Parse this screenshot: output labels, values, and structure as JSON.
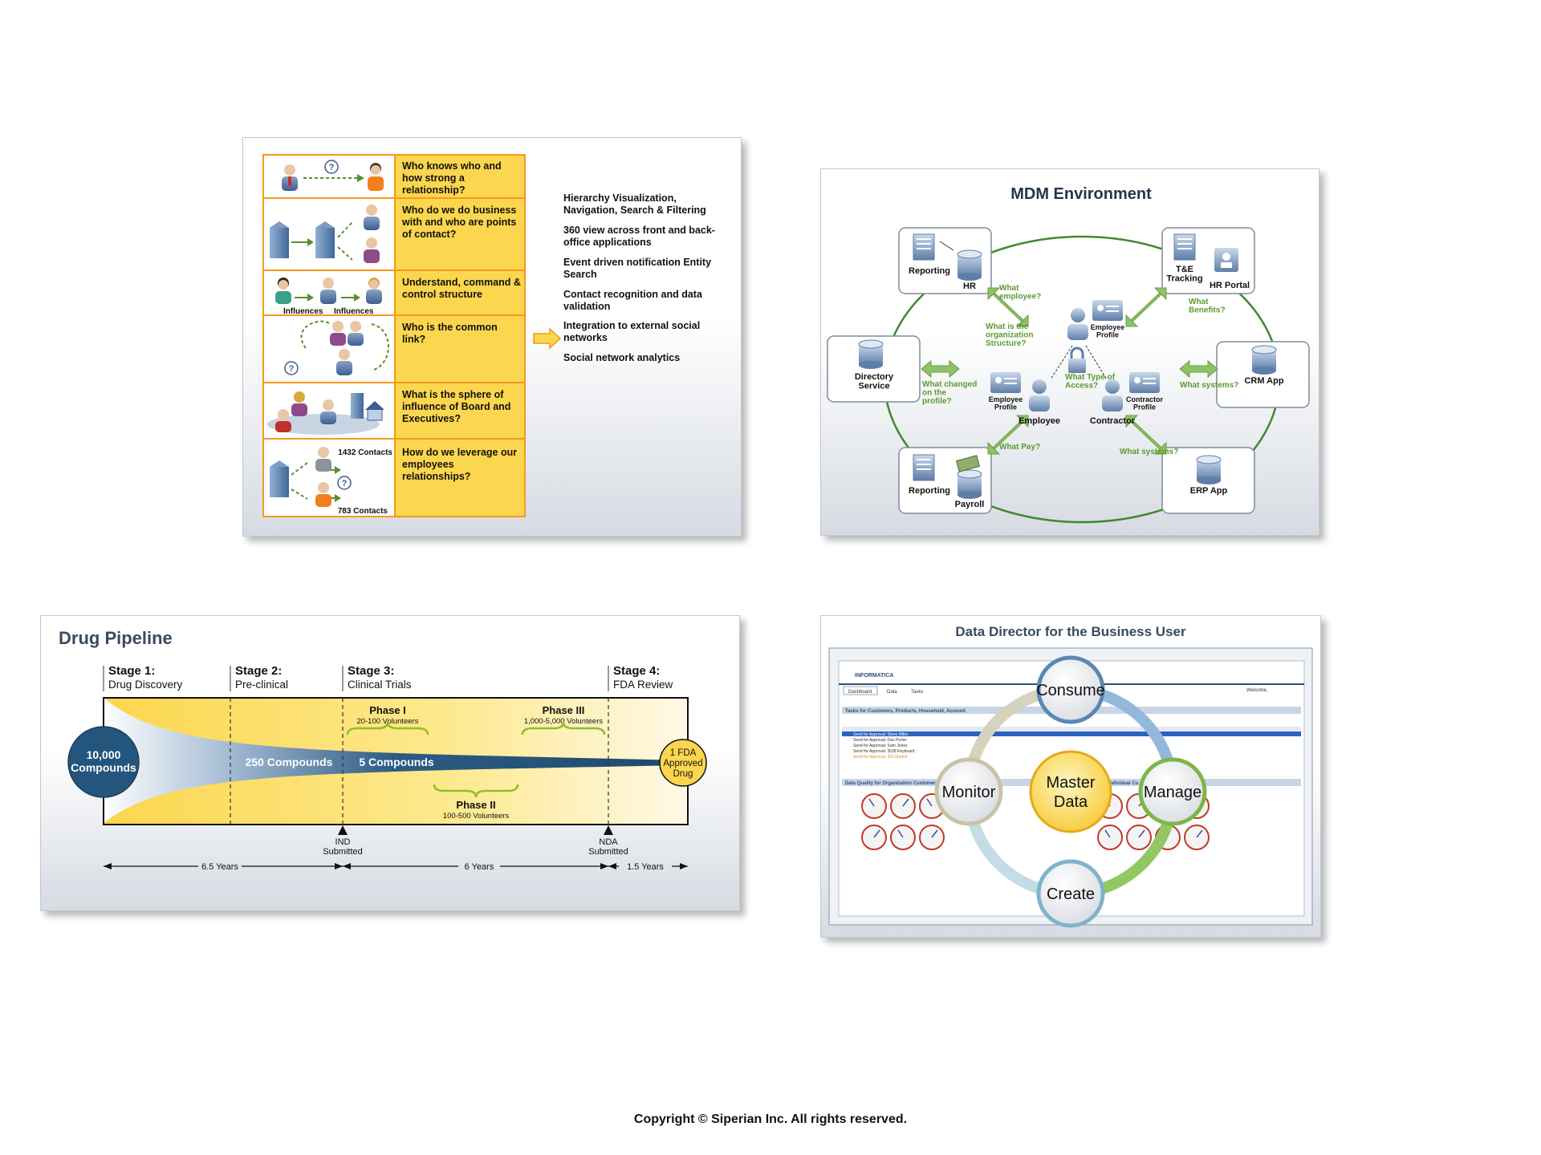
{
  "social": {
    "questions": [
      "Who knows who and how strong a relationship?",
      "Who do we do business with and who are points of contact?",
      "Understand, command & control structure",
      "Who is the common link?",
      "What is the sphere of influence of Board and Executives?",
      "How do we leverage our employees relationships?"
    ],
    "labels": {
      "influences1": "Influences",
      "influences2": "Influences",
      "contacts1": "1432 Contacts",
      "contacts2": "783 Contacts",
      "q": "?"
    },
    "features": [
      "Hierarchy Visualization, Navigation, Search & Filtering",
      "360 view across front and back-office applications",
      "Event driven notification Entity Search",
      "Contact recognition and data validation",
      "Integration to external social networks",
      "Social network analytics"
    ]
  },
  "mdm": {
    "title": "MDM Environment",
    "boxes": {
      "reporting1": "Reporting",
      "hr": "HR",
      "te": "T&E Tracking",
      "hrportal": "HR Portal",
      "directory": "Directory Service",
      "crm": "CRM App",
      "reporting2": "Reporting",
      "payroll": "Payroll",
      "erp": "ERP App"
    },
    "questions": {
      "employee": "What employee?",
      "benefits": "What Benefits?",
      "changed": "What changed on the profile?",
      "systems1": "What systems?",
      "pay": "What Pay?",
      "systems2": "What systems?",
      "org": "What is the organization Structure?",
      "access": "What Type of Access?"
    },
    "center": {
      "empprofile_top": "Employee Profile",
      "empprofile_left": "Employee Profile",
      "contractorprofile": "Contractor Profile",
      "employee": "Employee",
      "contractor": "Contractor"
    }
  },
  "pipeline": {
    "title": "Drug Pipeline",
    "stages": [
      {
        "num": "Stage 1:",
        "name": "Drug Discovery"
      },
      {
        "num": "Stage 2:",
        "name": "Pre-clinical"
      },
      {
        "num": "Stage 3:",
        "name": "Clinical Trials"
      },
      {
        "num": "Stage 4:",
        "name": "FDA Review"
      }
    ],
    "compounds_start": "10,000 Compounds",
    "compounds_250": "250 Compounds",
    "compounds_5": "5 Compounds",
    "approved": "1 FDA Approved Drug",
    "phases": [
      {
        "name": "Phase I",
        "volunteers": "20-100 Volunteers"
      },
      {
        "name": "Phase II",
        "volunteers": "100-500 Volunteers"
      },
      {
        "name": "Phase III",
        "volunteers": "1,000-5,000 Volunteers"
      }
    ],
    "milestones": [
      {
        "name": "IND",
        "sub": "Submitted"
      },
      {
        "name": "NDA",
        "sub": "Submitted"
      }
    ],
    "durations": [
      "6.5 Years",
      "6 Years",
      "1.5 Years"
    ]
  },
  "director": {
    "title": "Data Director for the Business User",
    "center": "Master Data",
    "cycle": [
      "Consume",
      "Manage",
      "Create",
      "Monitor"
    ],
    "app": {
      "logo": "INFORMATICA",
      "tabs": [
        "Dashboard",
        "Data",
        "Tasks"
      ],
      "section1": "Tasks for Customers, Products, Household, Account",
      "section2": "Data Quality for Organization Customers",
      "section3": "for Individual Cu",
      "welcome": "Welcome,",
      "rows": [
        "Send for Approval: Steve Miller",
        "Send for Approval: Dan Porter",
        "Send for Approval: Sam Jones",
        "Send for Approval: 3538 Keyboard",
        "Send for Approval: 301 Market"
      ]
    }
  },
  "copyright": "Copyright © Siperian Inc.  All rights reserved.",
  "colors": {
    "yellow": "#fcd64e",
    "orange": "#f49a1c",
    "green": "#6a9e3a",
    "teal": "#1f5577",
    "blue": "#3a6c98"
  }
}
